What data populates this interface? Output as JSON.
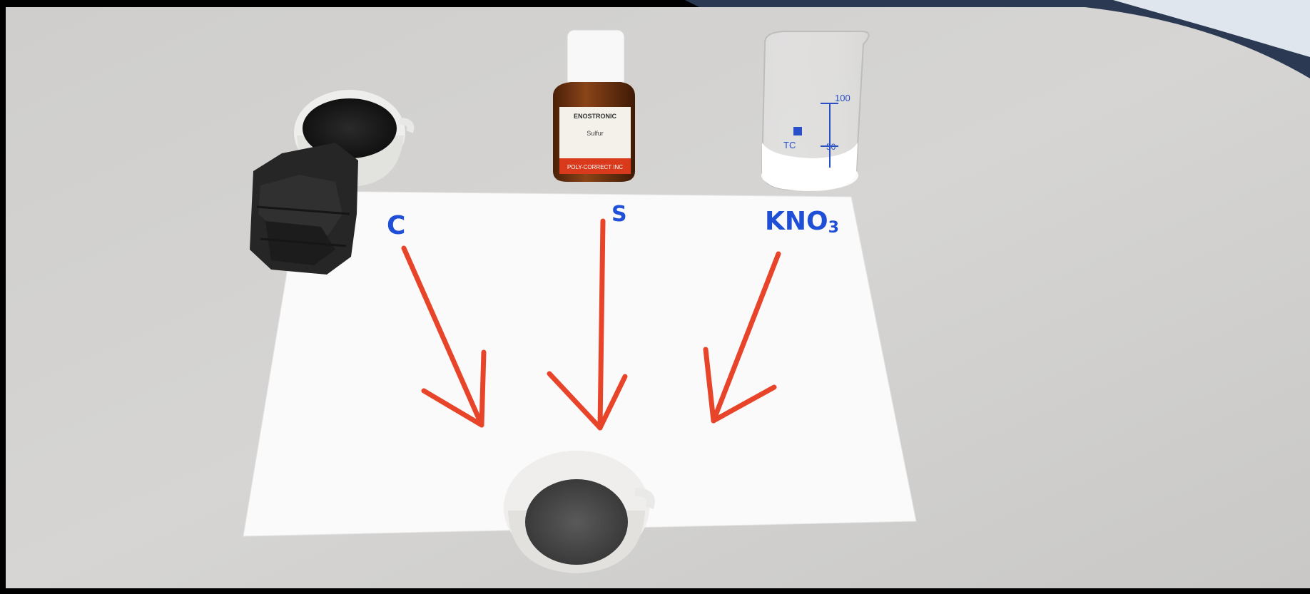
{
  "photo": {
    "labels": {
      "carbon": "C",
      "sulfur": "S",
      "nitrate_main": "KNO",
      "nitrate_sub": "3"
    },
    "bottle_label": {
      "brand": "ENOSTRONIC",
      "product": "Sulfur",
      "band": "POLY-CORRECT INC"
    },
    "beaker_marks": {
      "top": "100",
      "mid": "50",
      "tc": "TC"
    },
    "colors": {
      "table": "#d2d1cf",
      "paper": "#fafafa",
      "ink_blue": "#1f4fd6",
      "arrow_red": "#e8442a",
      "charcoal": "#222222",
      "powder_gray": "#4d4d4d",
      "bottle_brown": "#7a3a12",
      "bottle_band": "#d93a1c"
    }
  }
}
